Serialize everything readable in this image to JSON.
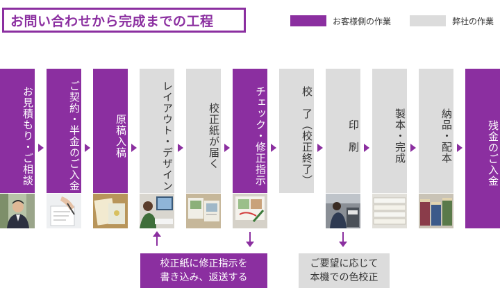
{
  "title": "お問い合わせから完成までの工程",
  "legend": {
    "customer": {
      "label": "お客様側の作業",
      "color": "#8b2fa0"
    },
    "company": {
      "label": "弊社の作業",
      "color": "#dcdcdc"
    }
  },
  "steps": [
    {
      "label": "お見積もり・ご相談",
      "owner": "customer"
    },
    {
      "label": "ご契約・半金のご入金",
      "owner": "customer"
    },
    {
      "label": "原稿入稿",
      "owner": "customer"
    },
    {
      "label": "レイアウト・デザイン",
      "owner": "company"
    },
    {
      "label": "校正紙が届く",
      "owner": "company"
    },
    {
      "label": "チェック・修正指示",
      "owner": "customer"
    },
    {
      "label": "校　了（校正終了）",
      "owner": "company"
    },
    {
      "label": "印　刷",
      "owner": "company"
    },
    {
      "label": "製本・完成",
      "owner": "company"
    },
    {
      "label": "納品・配本",
      "owner": "company"
    },
    {
      "label": "残金のご入金",
      "owner": "customer"
    }
  ],
  "notes": {
    "proof": {
      "line1": "校正紙に修正指示を",
      "line2": "書き込み、返送する"
    },
    "color": {
      "line1": "ご要望に応じて",
      "line2": "本機での色校正"
    }
  }
}
